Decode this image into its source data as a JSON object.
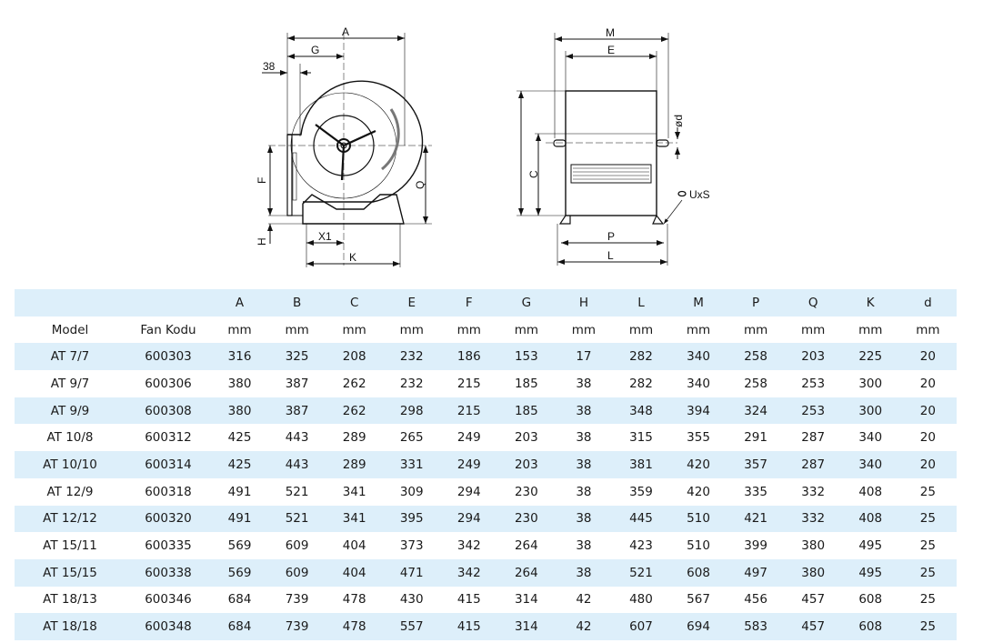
{
  "drawing": {
    "front_labels": {
      "A": "A",
      "G": "G",
      "d38": "38",
      "F": "F",
      "H": "H",
      "X1": "X1",
      "K": "K",
      "Q": "Q"
    },
    "side_labels": {
      "M": "M",
      "E": "E",
      "C": "C",
      "od": "ød",
      "P": "P",
      "L": "L",
      "UxS": "UxS"
    }
  },
  "table": {
    "header": [
      "",
      "",
      "A",
      "B",
      "C",
      "E",
      "F",
      "G",
      "H",
      "L",
      "M",
      "P",
      "Q",
      "K",
      "d"
    ],
    "units": [
      "Model",
      "Fan Kodu",
      "mm",
      "mm",
      "mm",
      "mm",
      "mm",
      "mm",
      "mm",
      "mm",
      "mm",
      "mm",
      "mm",
      "mm",
      "mm"
    ],
    "rows": [
      [
        "AT 7/7",
        "600303",
        "316",
        "325",
        "208",
        "232",
        "186",
        "153",
        "17",
        "282",
        "340",
        "258",
        "203",
        "225",
        "20"
      ],
      [
        "AT 9/7",
        "600306",
        "380",
        "387",
        "262",
        "232",
        "215",
        "185",
        "38",
        "282",
        "340",
        "258",
        "253",
        "300",
        "20"
      ],
      [
        "AT 9/9",
        "600308",
        "380",
        "387",
        "262",
        "298",
        "215",
        "185",
        "38",
        "348",
        "394",
        "324",
        "253",
        "300",
        "20"
      ],
      [
        "AT 10/8",
        "600312",
        "425",
        "443",
        "289",
        "265",
        "249",
        "203",
        "38",
        "315",
        "355",
        "291",
        "287",
        "340",
        "20"
      ],
      [
        "AT 10/10",
        "600314",
        "425",
        "443",
        "289",
        "331",
        "249",
        "203",
        "38",
        "381",
        "420",
        "357",
        "287",
        "340",
        "20"
      ],
      [
        "AT 12/9",
        "600318",
        "491",
        "521",
        "341",
        "309",
        "294",
        "230",
        "38",
        "359",
        "420",
        "335",
        "332",
        "408",
        "25"
      ],
      [
        "AT 12/12",
        "600320",
        "491",
        "521",
        "341",
        "395",
        "294",
        "230",
        "38",
        "445",
        "510",
        "421",
        "332",
        "408",
        "25"
      ],
      [
        "AT 15/11",
        "600335",
        "569",
        "609",
        "404",
        "373",
        "342",
        "264",
        "38",
        "423",
        "510",
        "399",
        "380",
        "495",
        "25"
      ],
      [
        "AT 15/15",
        "600338",
        "569",
        "609",
        "404",
        "471",
        "342",
        "264",
        "38",
        "521",
        "608",
        "497",
        "380",
        "495",
        "25"
      ],
      [
        "AT 18/13",
        "600346",
        "684",
        "739",
        "478",
        "430",
        "415",
        "314",
        "42",
        "480",
        "567",
        "456",
        "457",
        "608",
        "25"
      ],
      [
        "AT 18/18",
        "600348",
        "684",
        "739",
        "478",
        "557",
        "415",
        "314",
        "42",
        "607",
        "694",
        "583",
        "457",
        "608",
        "25"
      ]
    ]
  },
  "colors": {
    "row_highlight": "#ddeffa"
  }
}
